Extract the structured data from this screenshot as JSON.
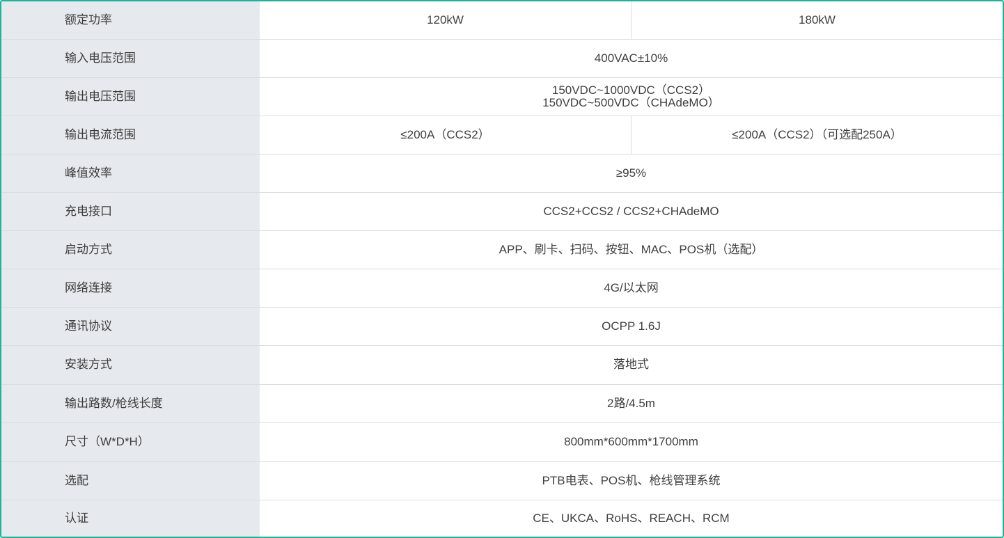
{
  "rows": [
    {
      "label": "额定功率",
      "values": [
        "120kW",
        "180kW"
      ]
    },
    {
      "label": "输入电压范围",
      "value": "400VAC±10%"
    },
    {
      "label": "输出电压范围",
      "lines": [
        "150VDC~1000VDC（CCS2）",
        "150VDC~500VDC（CHAdeMO）"
      ]
    },
    {
      "label": "输出电流范围",
      "values": [
        "≤200A（CCS2）",
        "≤200A（CCS2）（可选配250A）"
      ]
    },
    {
      "label": "峰值效率",
      "value": "≥95%"
    },
    {
      "label": "充电接口",
      "value": "CCS2+CCS2 / CCS2+CHAdeMO"
    },
    {
      "label": "启动方式",
      "value": "APP、刷卡、扫码、按钮、MAC、POS机（选配）"
    },
    {
      "label": "网络连接",
      "value": "4G/以太网"
    },
    {
      "label": "通讯协议",
      "value": "OCPP 1.6J"
    },
    {
      "label": "安装方式",
      "value": "落地式"
    },
    {
      "label": "输出路数/枪线长度",
      "value": "2路/4.5m"
    },
    {
      "label": "尺寸（W*D*H）",
      "value": "800mm*600mm*1700mm"
    },
    {
      "label": "选配",
      "value": "PTB电表、POS机、枪线管理系统"
    },
    {
      "label": "认证",
      "value": "CE、UKCA、RoHS、REACH、RCM"
    }
  ],
  "colors": {
    "border_accent": "#1bb39a",
    "label_background": "#e6e9ed",
    "row_divider": "#d9dde2"
  }
}
